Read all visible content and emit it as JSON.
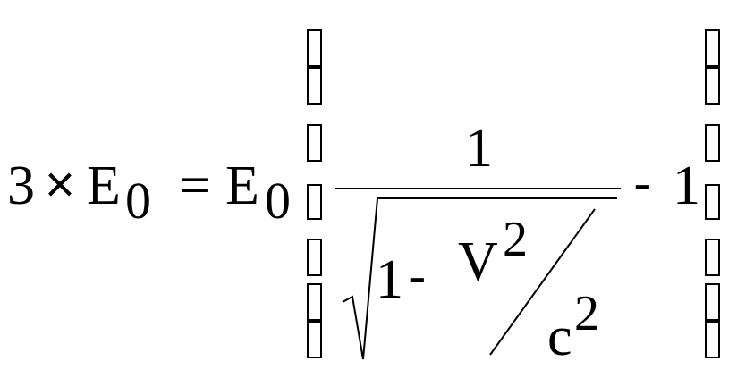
{
  "equation": {
    "lhs_coefficient": "3",
    "times_sign": "×",
    "lhs_E": "E",
    "lhs_E_sub": "0",
    "equals_sign": "=",
    "rhs_E": "E",
    "rhs_E_sub": "0",
    "numerator": "1",
    "radicand_one": "1",
    "radicand_minus": "-",
    "velocity_symbol": "V",
    "velocity_exponent": "2",
    "light_symbol": "c",
    "light_exponent": "2",
    "trailing_minus": "-",
    "trailing_one": "1"
  }
}
